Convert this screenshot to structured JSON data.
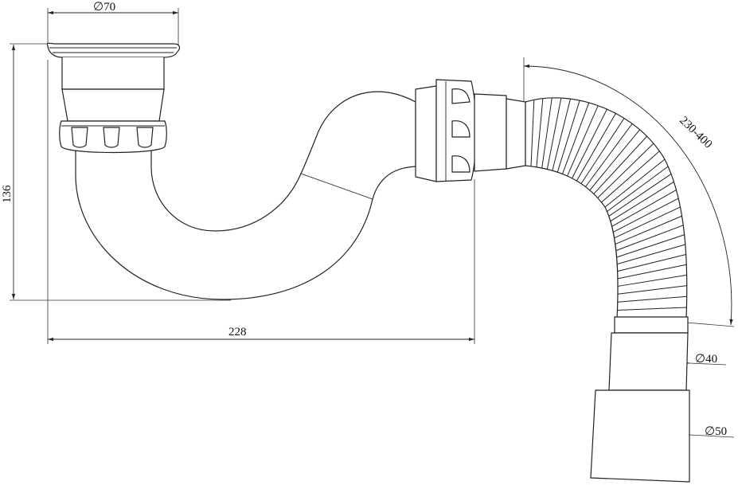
{
  "drawing": {
    "dimensions": {
      "flange_diameter": "∅70",
      "height": "136",
      "width": "228",
      "hose_length": "230-400",
      "outlet_small_diameter": "∅40",
      "outlet_large_diameter": "∅50"
    }
  }
}
